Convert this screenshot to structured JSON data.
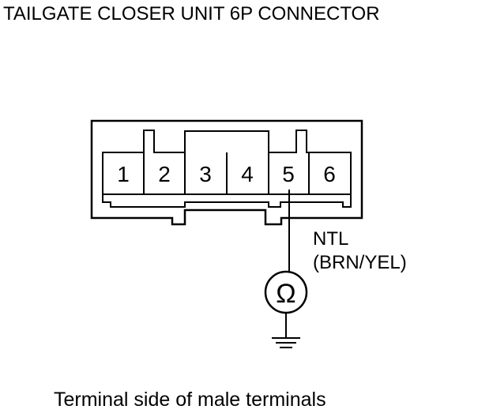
{
  "title": "TAILGATE CLOSER UNIT 6P CONNECTOR",
  "connector": {
    "pins": [
      "1",
      "2",
      "3",
      "4",
      "5",
      "6"
    ],
    "probed_pin": "5"
  },
  "wire": {
    "name": "NTL",
    "color_code": "(BRN/YEL)"
  },
  "meter": {
    "symbol": "Ω",
    "icon": "ohmmeter-icon"
  },
  "ground": {
    "icon": "ground-symbol-icon"
  },
  "caption": "Terminal side of male terminals"
}
